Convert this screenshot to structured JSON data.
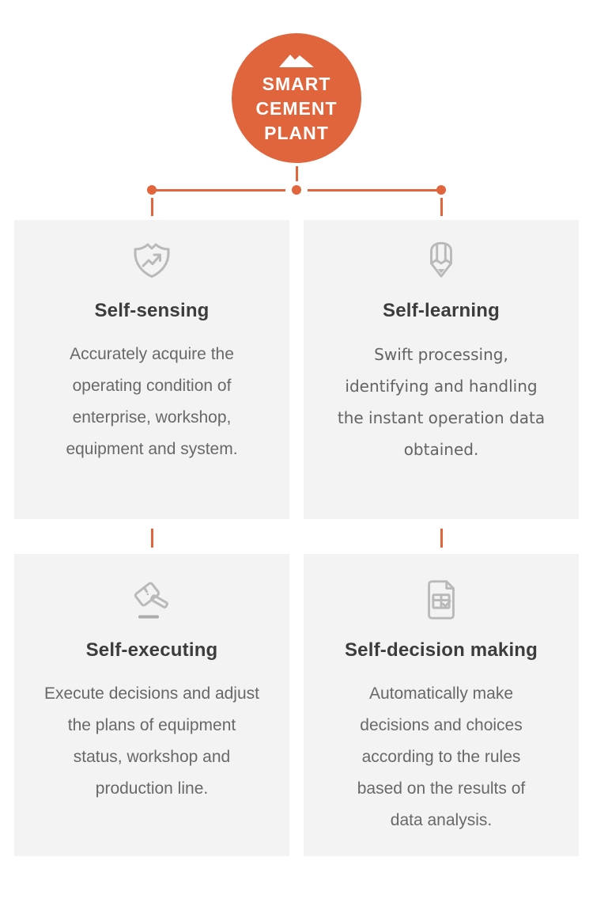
{
  "hub": {
    "icon": "mountain-icon",
    "line1": "SMART",
    "line2": "CEMENT",
    "line3": "PLANT"
  },
  "colors": {
    "accent": "#e0643c",
    "card_background": "#f3f3f3",
    "title_text": "#3c3c3c",
    "body_text": "#686868",
    "icon_stroke": "#b9b9b9"
  },
  "cards": [
    {
      "icon": "shield-trend-icon",
      "title": "Self-sensing",
      "body": "Accurately acquire the\noperating condition of\nenterprise, workshop,\nequipment and system."
    },
    {
      "icon": "pencil-icon",
      "title": "Self-learning",
      "body": "Swift processing,\nidentifying and handling\nthe instant operation data\nobtained."
    },
    {
      "icon": "gavel-icon",
      "title": "Self-executing",
      "body": "Execute decisions and adjust\nthe plans of equipment\nstatus, workshop and\nproduction line."
    },
    {
      "icon": "document-check-icon",
      "title": "Self-decision making",
      "body": "Automatically make\ndecisions and choices\naccording to the rules\nbased on the results of\ndata analysis."
    }
  ]
}
